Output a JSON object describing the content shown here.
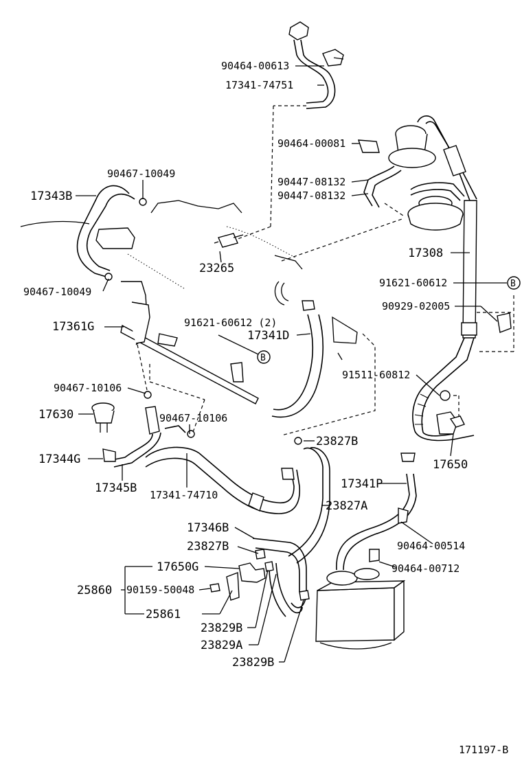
{
  "diagram_id": "171197-B",
  "callouts": {
    "c_90464_00613": "90464-00613",
    "c_17341_74751": "17341-74751",
    "c_90464_00081": "90464-00081",
    "c_90447_08132_a": "90447-08132",
    "c_90447_08132_b": "90447-08132",
    "c_90467_10049_top": "90467-10049",
    "c_17343B": "17343B",
    "c_23265": "23265",
    "c_17308": "17308",
    "c_91621_60612": "91621-60612",
    "c_90929_02005": "90929-02005",
    "c_90467_10049_mid": "90467-10049",
    "c_17361G": "17361G",
    "c_91621_60612_2": "91621-60612 (2)",
    "c_17341D": "17341D",
    "c_91511_60812": "91511-60812",
    "c_90467_10106_a": "90467-10106",
    "c_17630": "17630",
    "c_90467_10106_b": "90467-10106",
    "c_23827B_top": "23827B",
    "c_17650": "17650",
    "c_17344G": "17344G",
    "c_17345B": "17345B",
    "c_17341_74710": "17341-74710",
    "c_17341P": "17341P",
    "c_23827A": "23827A",
    "c_17346B": "17346B",
    "c_90464_00514": "90464-00514",
    "c_23827B_bot": "23827B",
    "c_90464_00712": "90464-00712",
    "c_17650G": "17650G",
    "c_25860": "25860",
    "c_90159_50048": "90159-50048",
    "c_25861": "25861",
    "c_23829B_a": "23829B",
    "c_23829A": "23829A",
    "c_23829B_b": "23829B"
  },
  "markers": {
    "b1": "B",
    "b2": "B"
  }
}
